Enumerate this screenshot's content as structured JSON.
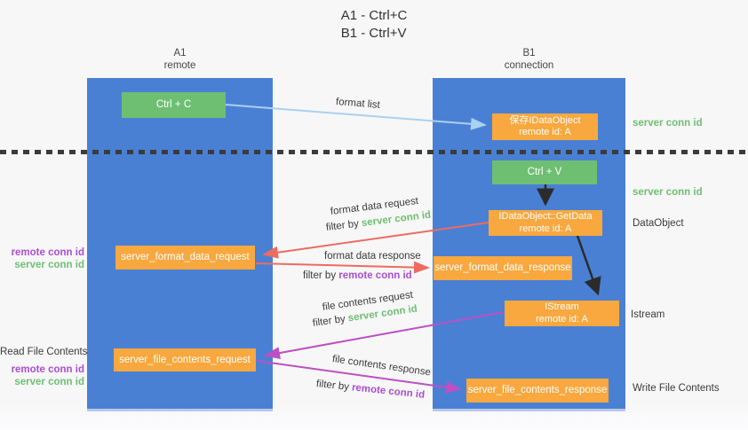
{
  "title": {
    "line1": "A1 - Ctrl+C",
    "line2": "B1 - Ctrl+V"
  },
  "lanes": {
    "left": {
      "name": "A1",
      "role": "remote"
    },
    "right": {
      "name": "B1",
      "role": "connection"
    }
  },
  "nodes": {
    "ctrl_c": {
      "label": "Ctrl + C"
    },
    "ctrl_v": {
      "label": "Ctrl + V"
    },
    "save_dataobject": {
      "line1": "保存IDataObject",
      "line2": "remote id: A"
    },
    "getdata": {
      "line1": "IDataObject::GetData",
      "line2": "remote id: A"
    },
    "istream": {
      "line1": "IStream",
      "line2": "remote id: A"
    },
    "format_request": {
      "label": "server_format_data_request"
    },
    "format_response": {
      "label": "server_format_data_response"
    },
    "file_request": {
      "label": "server_file_contents_request"
    },
    "file_response": {
      "label": "server_file_contents_response"
    }
  },
  "arrow_labels": {
    "format_list": "format list",
    "format_data_request": "format data request",
    "format_data_response": "format data response",
    "file_contents_request": "file contents request",
    "file_contents_response": "file contents response",
    "filter_prefix": "filter by ",
    "server_conn_id": "server conn id",
    "remote_conn_id": "remote conn id"
  },
  "side_labels": {
    "left_top_remote": "remote conn id",
    "left_top_server": "server conn id",
    "read_file": "Read File Contents",
    "left_bottom_remote": "remote conn id",
    "left_bottom_server": "server conn id",
    "right_server_1": "server conn id",
    "right_server_2": "server conn id",
    "dataobject": "DataObject",
    "istream": "Istream",
    "write_file": "Write File Contents"
  },
  "colors": {
    "lane_blue": "#4a80d4",
    "node_green": "#6fbf72",
    "node_orange": "#f8a83e",
    "arrow_lightblue": "#a9d1f0",
    "arrow_red": "#ee6b60",
    "arrow_magenta": "#bc50c4",
    "arrow_black": "#2b2b2b",
    "text_green": "#6fbf72",
    "text_purple": "#ab4ed2"
  }
}
